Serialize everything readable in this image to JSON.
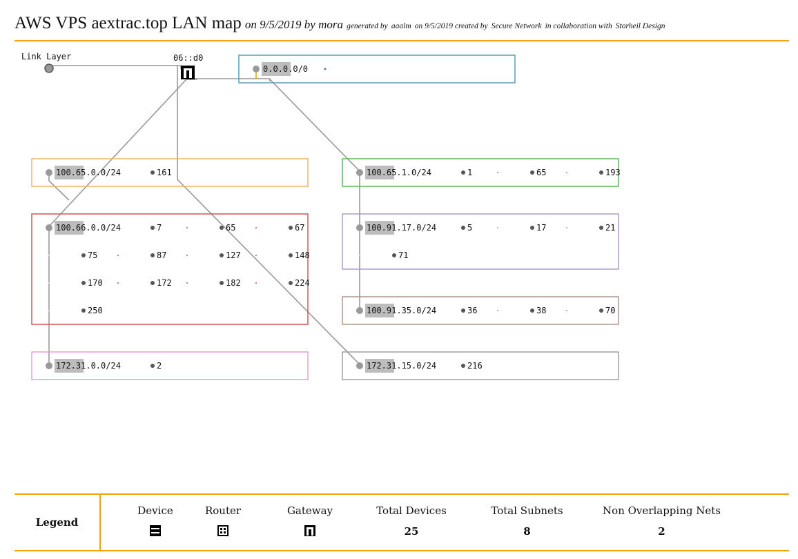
{
  "header": {
    "title": "AWS VPS aextrac.top LAN map",
    "subtitle": "on 9/5/2019 by mora",
    "generated_by_prefix": "generated by",
    "generated_by": "aaalm",
    "created_prefix": "on 9/5/2019 created by",
    "created_by": "Secure Network",
    "collab_prefix": "in collaboration with",
    "collab": "Storheil Design"
  },
  "diagram": {
    "link_layer_label": "Link Layer",
    "gateway_label": "06::d0",
    "subnets": [
      {
        "id": "internet",
        "cidr": "0.0.0.0/0",
        "hosts": [],
        "color": "#5d9bbd"
      },
      {
        "id": "s-100-65-0",
        "cidr": "100.65.0.0/24",
        "hosts": [
          "161"
        ],
        "color": "#f4b26b"
      },
      {
        "id": "s-100-65-1",
        "cidr": "100.65.1.0/24",
        "hosts": [
          "1",
          "65",
          "193"
        ],
        "color": "#5fb75f"
      },
      {
        "id": "s-100-66-0",
        "cidr": "100.66.0.0/24",
        "hosts": [
          "7",
          "65",
          "67",
          "75",
          "87",
          "127",
          "148",
          "170",
          "172",
          "182",
          "224",
          "250"
        ],
        "color": "#d9534f"
      },
      {
        "id": "s-100-91-17",
        "cidr": "100.91.17.0/24",
        "hosts": [
          "5",
          "17",
          "21",
          "71"
        ],
        "color": "#b39ad1"
      },
      {
        "id": "s-100-91-35",
        "cidr": "100.91.35.0/24",
        "hosts": [
          "36",
          "38",
          "70"
        ],
        "color": "#b0968a"
      },
      {
        "id": "s-172-31-0",
        "cidr": "172.31.0.0/24",
        "hosts": [
          "2"
        ],
        "color": "#e59be0"
      },
      {
        "id": "s-172-31-15",
        "cidr": "172.31.15.0/24",
        "hosts": [
          "216"
        ],
        "color": "#a0a0a0"
      }
    ]
  },
  "legend": {
    "title": "Legend",
    "device_label": "Device",
    "router_label": "Router",
    "gateway_label": "Gateway",
    "total_devices_label": "Total Devices",
    "total_devices": "25",
    "total_subnets_label": "Total Subnets",
    "total_subnets": "8",
    "non_overlapping_label": "Non Overlapping Nets",
    "non_overlapping": "2"
  }
}
